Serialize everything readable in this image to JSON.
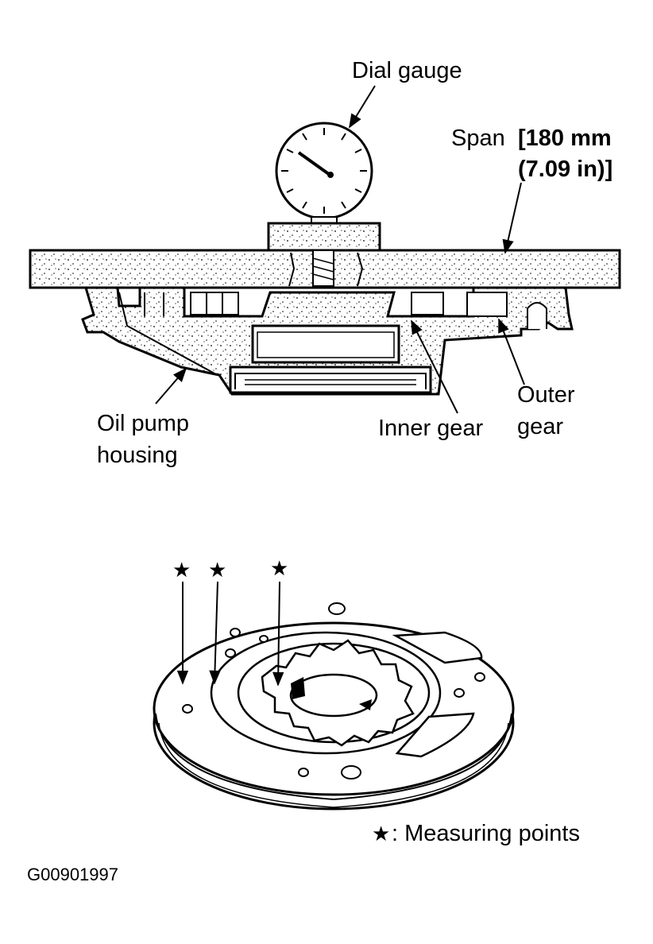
{
  "figure": {
    "labels": {
      "dial_gauge": "Dial gauge",
      "span_prefix": "Span",
      "span_value_1": "[180 mm",
      "span_value_2": "(7.09 in)]",
      "oil_pump_1": "Oil pump",
      "oil_pump_2": "housing",
      "inner_gear": "Inner gear",
      "outer_gear_1": "Outer",
      "outer_gear_2": "gear"
    },
    "legend": {
      "symbol": "★",
      "text": ": Measuring points"
    },
    "code": "G00901997"
  }
}
